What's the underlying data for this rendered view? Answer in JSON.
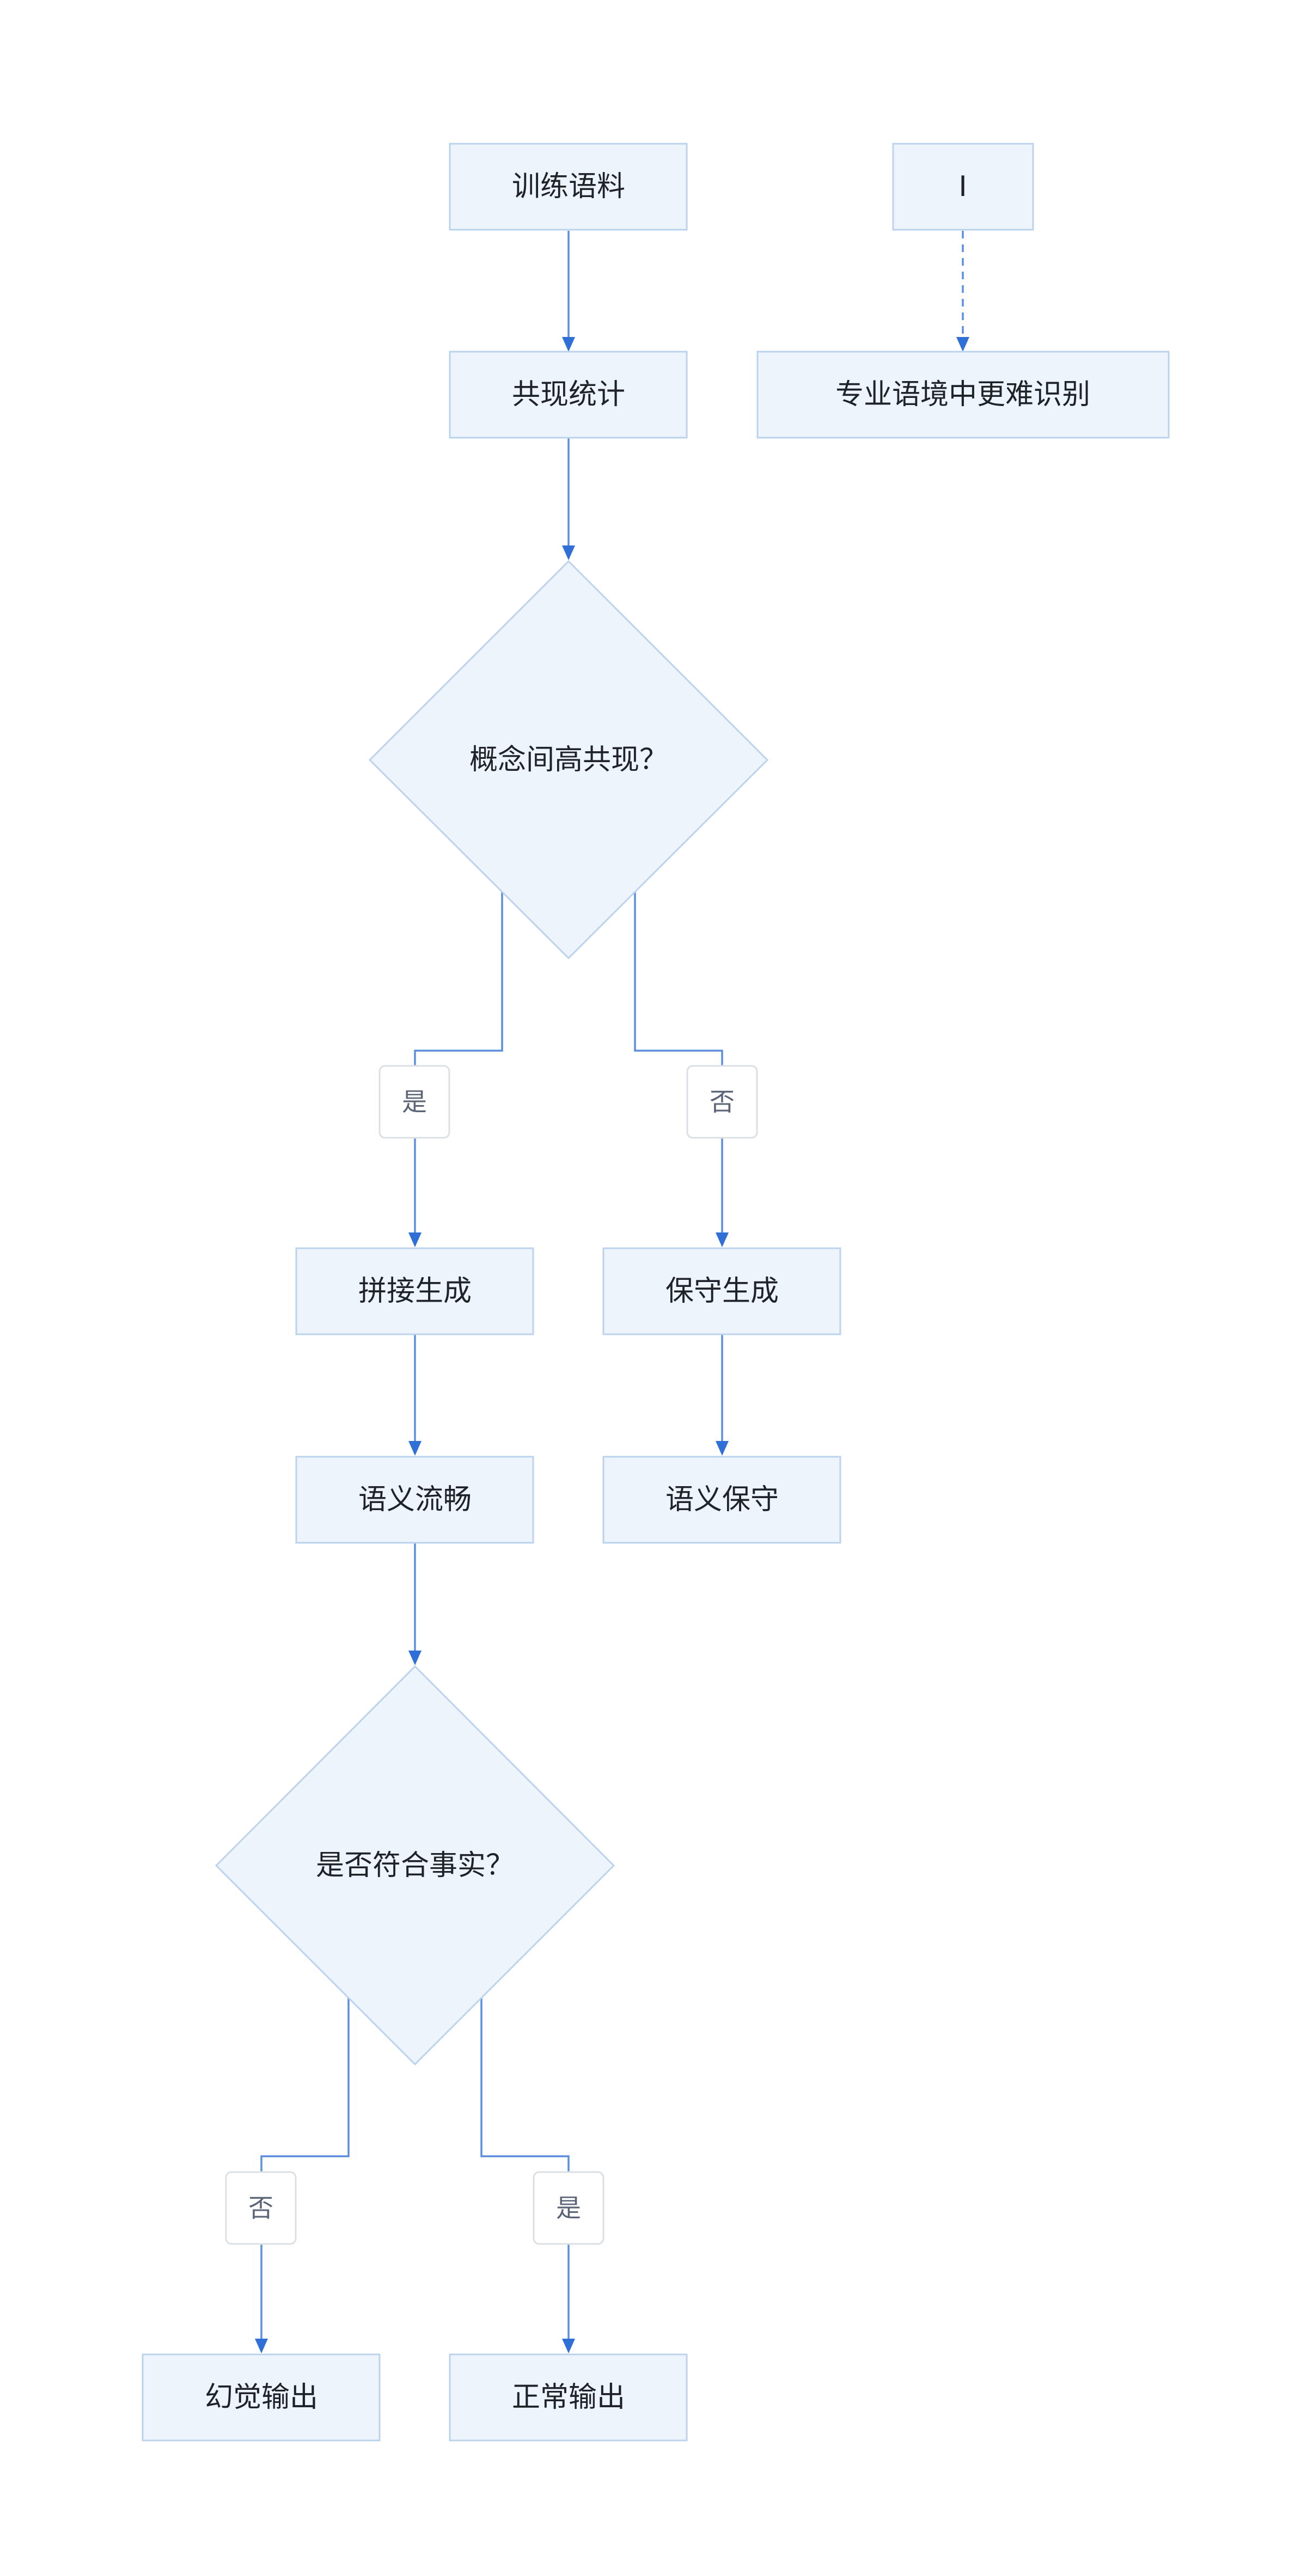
{
  "nodes": {
    "corpus": "训练语料",
    "cooccur": "共现统计",
    "decision_cooccur": "概念间高共现？",
    "splice": "拼接生成",
    "conservative": "保守生成",
    "fluent": "语义流畅",
    "semantic_conservative": "语义保守",
    "decision_fact": "是否符合事实？",
    "hallucination": "幻觉输出",
    "normal": "正常输出",
    "i_node": "I",
    "hard_identify": "专业语境中更难识别"
  },
  "edge_labels": {
    "cooccur_yes": "是",
    "cooccur_no": "否",
    "fact_no": "否",
    "fact_yes": "是"
  },
  "colors": {
    "node_fill": "#eef4fc",
    "node_stroke": "#bcd3ee",
    "edge": "#5b8fde",
    "arrow": "#2f6fd6"
  }
}
